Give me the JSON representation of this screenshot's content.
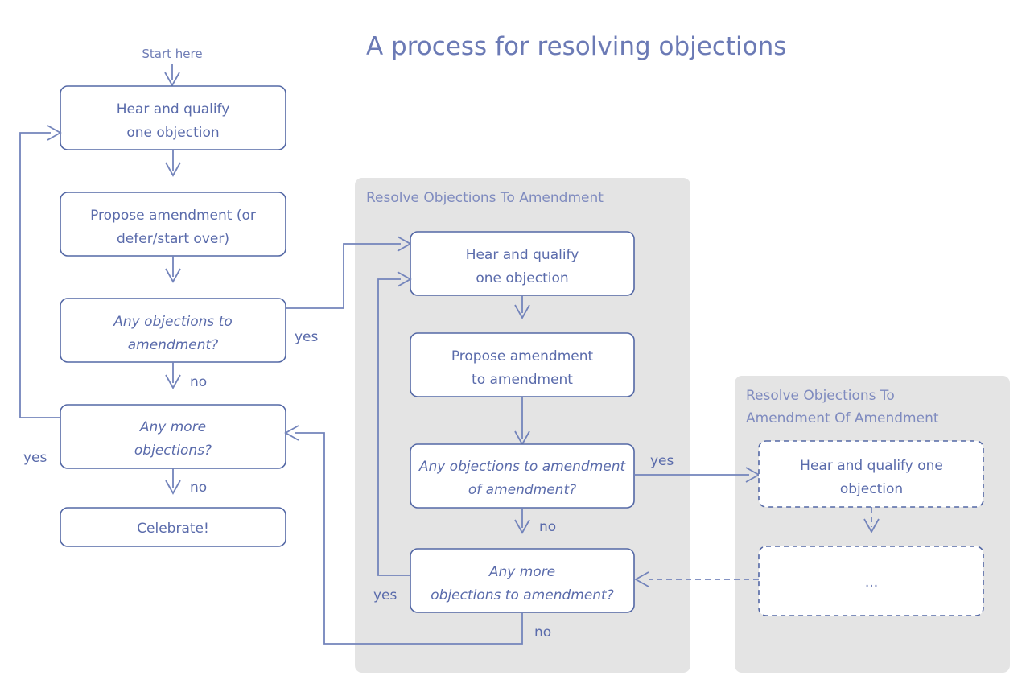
{
  "title": "A process for resolving objections",
  "colors": {
    "title": "#6b7ab5",
    "node_border": "#5468a5",
    "node_text": "#5a6bab",
    "edge": "#7384bb",
    "group_bg": "#e4e4e4",
    "group_label": "#7f8bbf",
    "page_bg": "#ffffff"
  },
  "start": {
    "label": "Start here"
  },
  "main_flow": {
    "nodes": [
      {
        "id": "hear1",
        "line1": "Hear and qualify",
        "line2": "one objection",
        "style": "process"
      },
      {
        "id": "propose1",
        "line1": "Propose amendment (or",
        "line2": "defer/start over)",
        "style": "process"
      },
      {
        "id": "anyobj1",
        "line1": "Any objections to",
        "line2": "amendment?",
        "style": "decision"
      },
      {
        "id": "anymore1",
        "line1": "Any more",
        "line2": "objections?",
        "style": "decision"
      },
      {
        "id": "celebrate",
        "line1": "Celebrate!",
        "line2": "",
        "style": "process"
      }
    ]
  },
  "group_amendment": {
    "label": "Resolve Objections To Amendment",
    "nodes": [
      {
        "id": "hear2",
        "line1": "Hear and qualify",
        "line2": "one objection",
        "style": "process"
      },
      {
        "id": "propose2",
        "line1": "Propose amendment",
        "line2": "to  amendment",
        "style": "process"
      },
      {
        "id": "anyobj2",
        "line1": "Any objections to amendment",
        "line2": "of amendment?",
        "style": "decision"
      },
      {
        "id": "anymore2",
        "line1": "Any more",
        "line2": "objections to amendment?",
        "style": "decision"
      }
    ]
  },
  "group_amendment_of_amendment": {
    "label_line1": "Resolve Objections To",
    "label_line2": "Amendment Of Amendment",
    "nodes": [
      {
        "id": "hear3",
        "line1": "Hear and qualify one",
        "line2": "objection",
        "style": "process-dashed"
      },
      {
        "id": "ellipsis",
        "line1": "...",
        "line2": "",
        "style": "process-dashed"
      }
    ]
  },
  "edge_labels": {
    "yes_obj1": "yes",
    "no_obj1": "no",
    "yes_anymore1": "yes",
    "no_anymore1": "no",
    "yes_obj2": "yes",
    "no_obj2": "no",
    "yes_anymore2": "yes",
    "no_anymore2": "no"
  }
}
